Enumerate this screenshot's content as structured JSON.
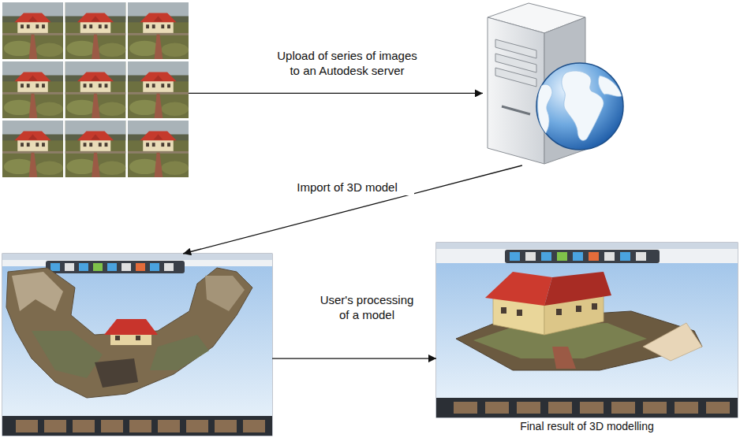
{
  "diagram": {
    "nodes": [
      {
        "text": []
      },
      {
        "text": []
      },
      {
        "text": []
      },
      {
        "text": [
          "Final result of 3D modelling"
        ]
      }
    ],
    "edges": [
      {
        "from": 0,
        "to": 1,
        "arrow": "to",
        "label": "Upload of series of images to an Autodesk server"
      },
      {
        "from": 1,
        "to": 2,
        "arrow": "to",
        "label": "Import of 3D model"
      },
      {
        "from": 2,
        "to": 3,
        "arrow": "to",
        "label": "User's processing of a model"
      }
    ]
  }
}
